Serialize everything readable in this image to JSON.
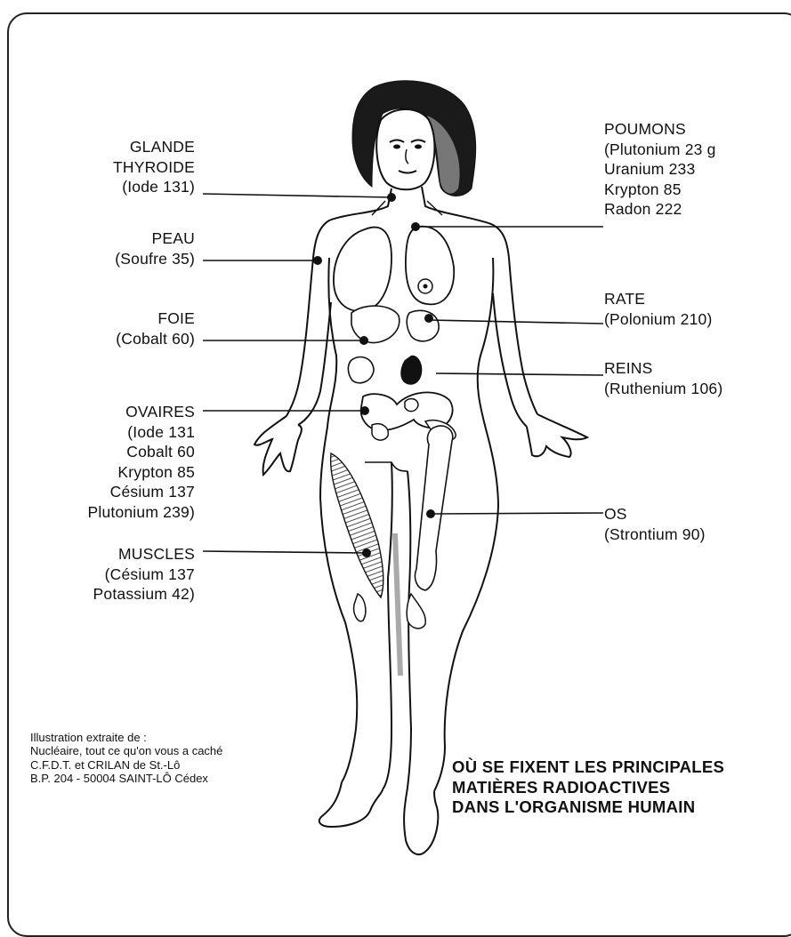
{
  "labels": {
    "thyroid": [
      "GLANDE",
      "THYROIDE",
      "(Iode 131)"
    ],
    "skin": [
      "PEAU",
      "(Soufre 35)"
    ],
    "liver": [
      "FOIE",
      "(Cobalt 60)"
    ],
    "ovaries": [
      "OVAIRES",
      "(Iode 131",
      "Cobalt 60",
      "Krypton 85",
      "Césium 137",
      "Plutonium 239)"
    ],
    "muscles": [
      "MUSCLES",
      "(Césium 137",
      "Potassium 42)"
    ],
    "lungs": [
      "POUMONS",
      "(Plutonium 23 g",
      "Uranium 233",
      "Krypton 85",
      "Radon 222"
    ],
    "spleen": [
      "RATE",
      "(Polonium 210)"
    ],
    "kidneys": [
      "REINS",
      "(Ruthenium 106)"
    ],
    "bones": [
      "OS",
      "(Strontium 90)"
    ]
  },
  "caption": [
    "Illustration extraite de :",
    "Nucléaire, tout ce qu'on vous a caché",
    "C.F.D.T. et CRILAN de St.-Lô",
    "B.P. 204 - 50004 SAINT-LÔ Cédex"
  ],
  "headline": [
    "OÙ SE FIXENT LES PRINCIPALES",
    "MATIÈRES RADIOACTIVES",
    "DANS L'ORGANISME HUMAIN"
  ]
}
